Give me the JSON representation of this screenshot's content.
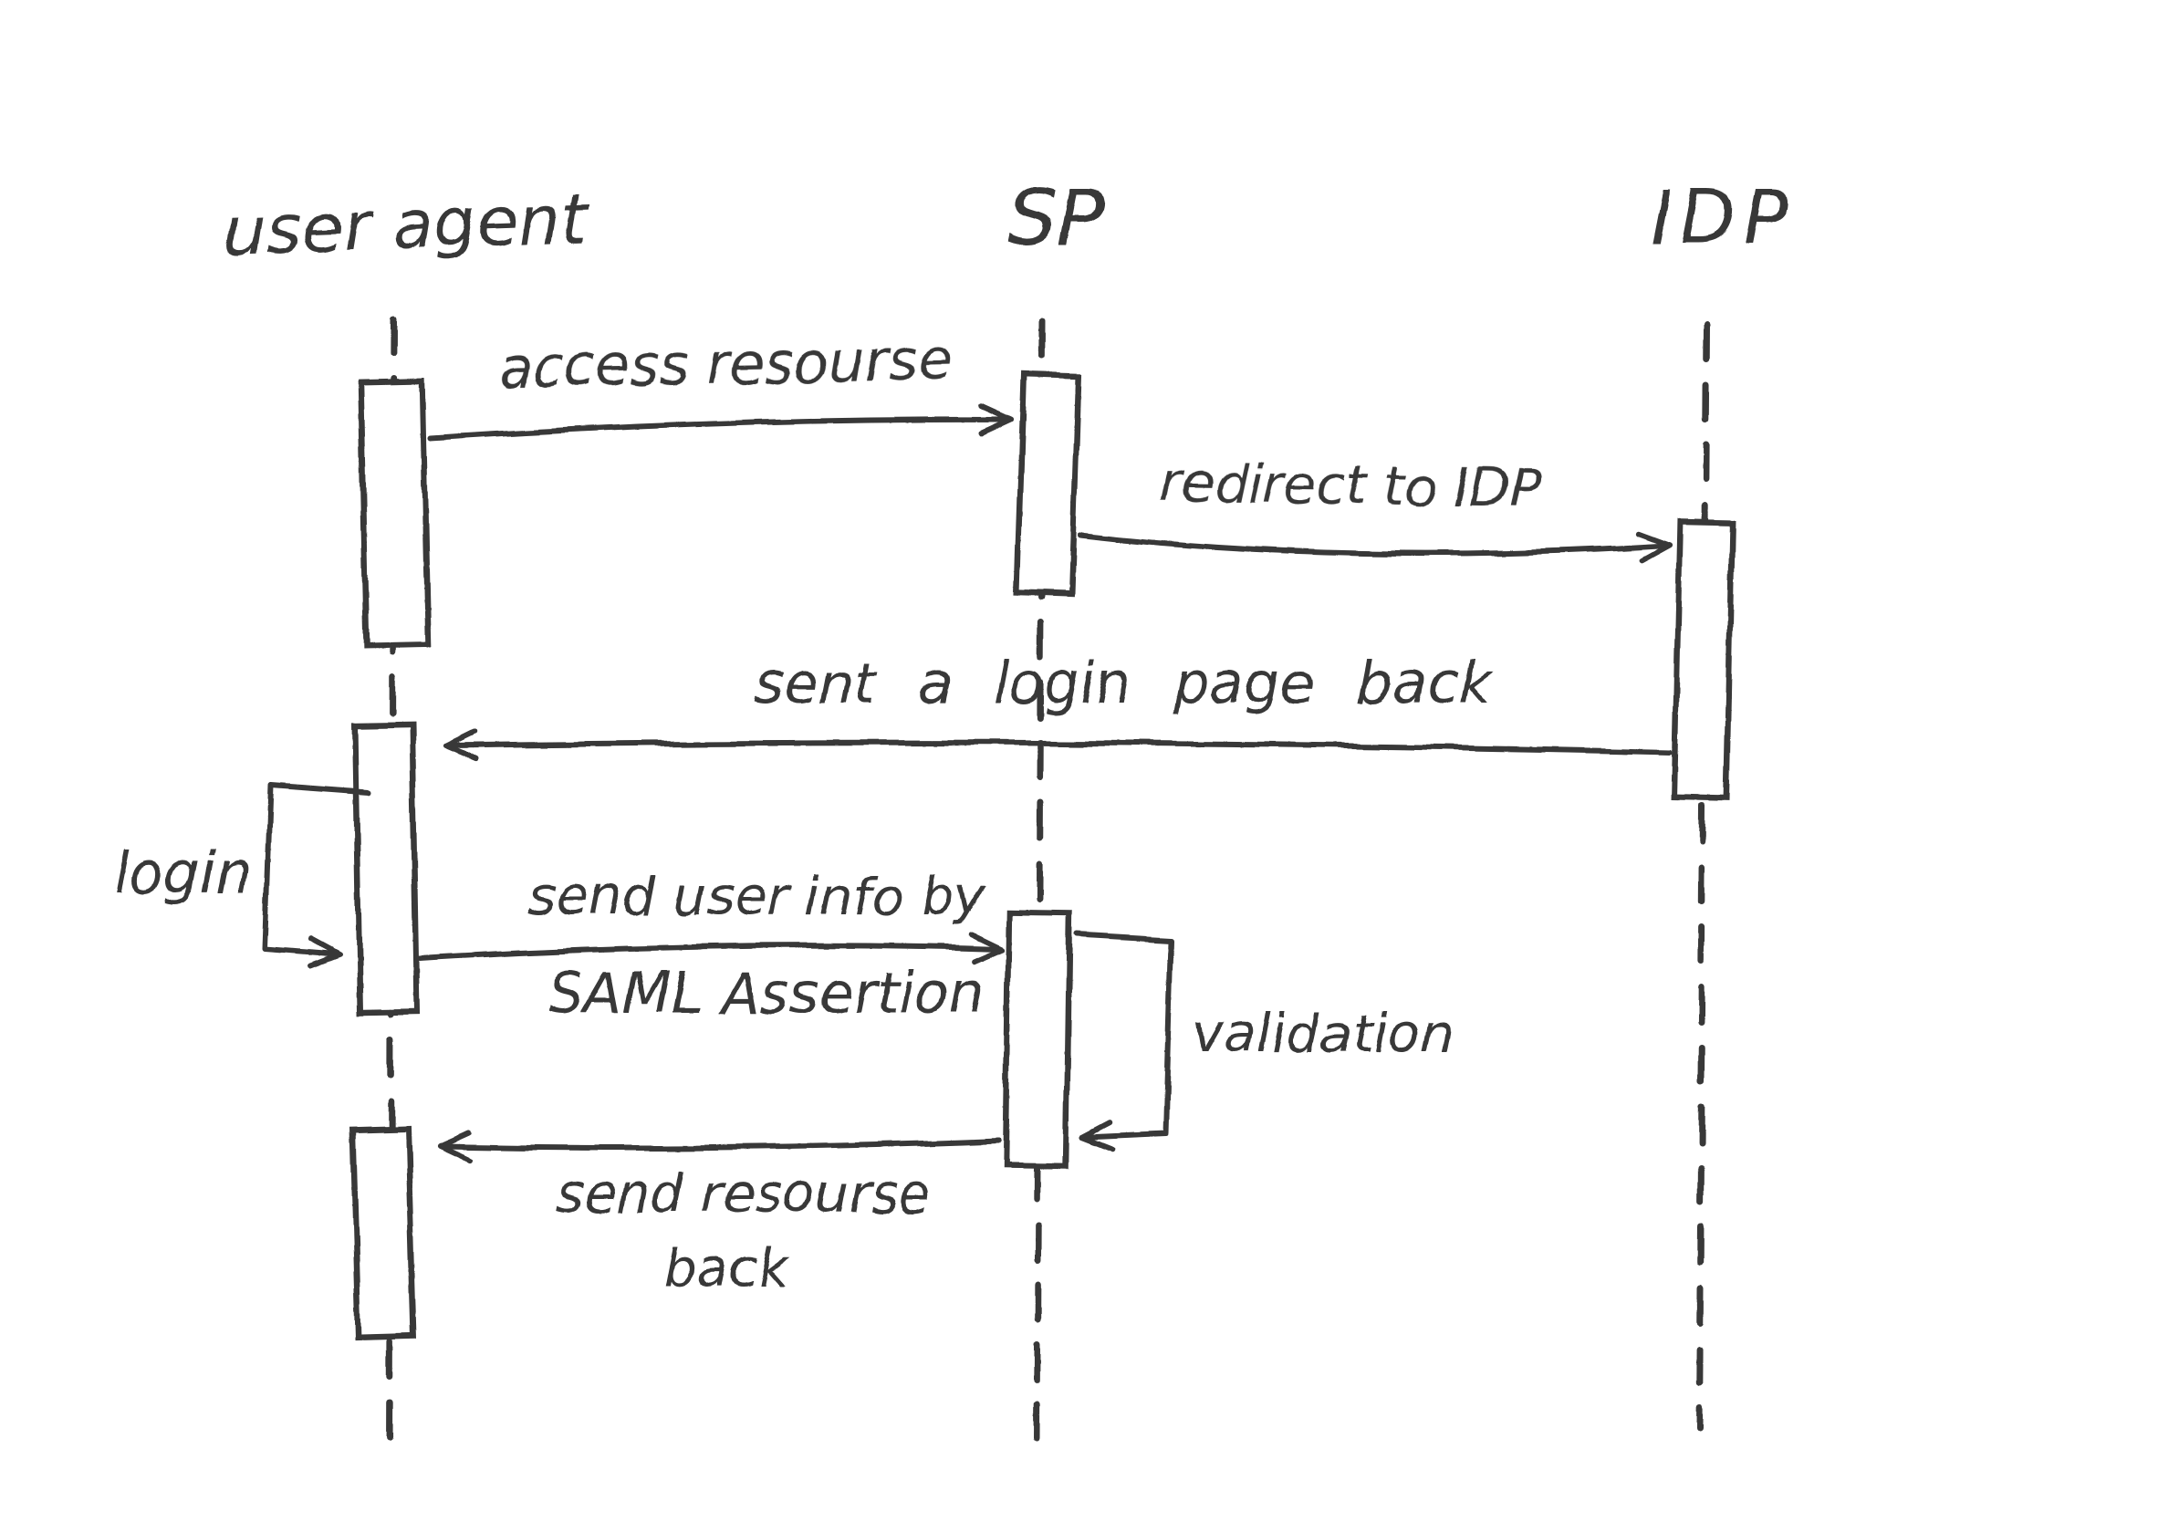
{
  "page": {
    "background": "#ffffff",
    "ink_color": "#383838"
  },
  "diagram": {
    "actors": [
      {
        "id": "user-agent",
        "label": "user agent"
      },
      {
        "id": "sp",
        "label": "SP"
      },
      {
        "id": "idp",
        "label": "IDP"
      }
    ],
    "messages": [
      {
        "from": "user agent",
        "to": "SP",
        "label": "access resourse"
      },
      {
        "from": "SP",
        "to": "IDP",
        "label": "redirect to IDP"
      },
      {
        "from": "IDP",
        "to": "user agent",
        "label": "sent a login page back"
      },
      {
        "self": "user agent",
        "label": "login"
      },
      {
        "from": "user agent",
        "to": "SP",
        "lines": [
          "send user info by",
          "SAML Assertion"
        ]
      },
      {
        "self": "SP",
        "label": "validation"
      },
      {
        "from": "SP",
        "to": "user agent",
        "lines": [
          "send resourse",
          "back"
        ]
      }
    ]
  }
}
